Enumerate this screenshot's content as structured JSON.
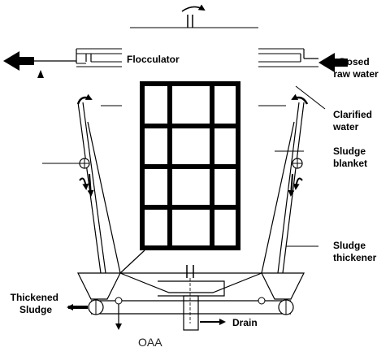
{
  "diagram": {
    "labels": {
      "flocculator": "Flocculator",
      "dosed_raw_water": [
        "Dosed",
        "raw water"
      ],
      "clarified_water": [
        "Clarified",
        "water"
      ],
      "sludge_blanket": [
        "Sludge",
        "blanket"
      ],
      "sludge_thickener": [
        "Sludge",
        "thickener"
      ],
      "thickened_sludge": [
        "Thickened",
        "Sludge"
      ],
      "drain": "Drain",
      "caption": "OAA"
    },
    "icons": [
      "inflow-arrow-icon",
      "outflow-arrow-icon",
      "drain-arrow-icon",
      "rotation-arrow-icon",
      "valve-icon",
      "water-level-icon"
    ],
    "colors": {
      "line": "#000000",
      "background": "#ffffff"
    }
  }
}
